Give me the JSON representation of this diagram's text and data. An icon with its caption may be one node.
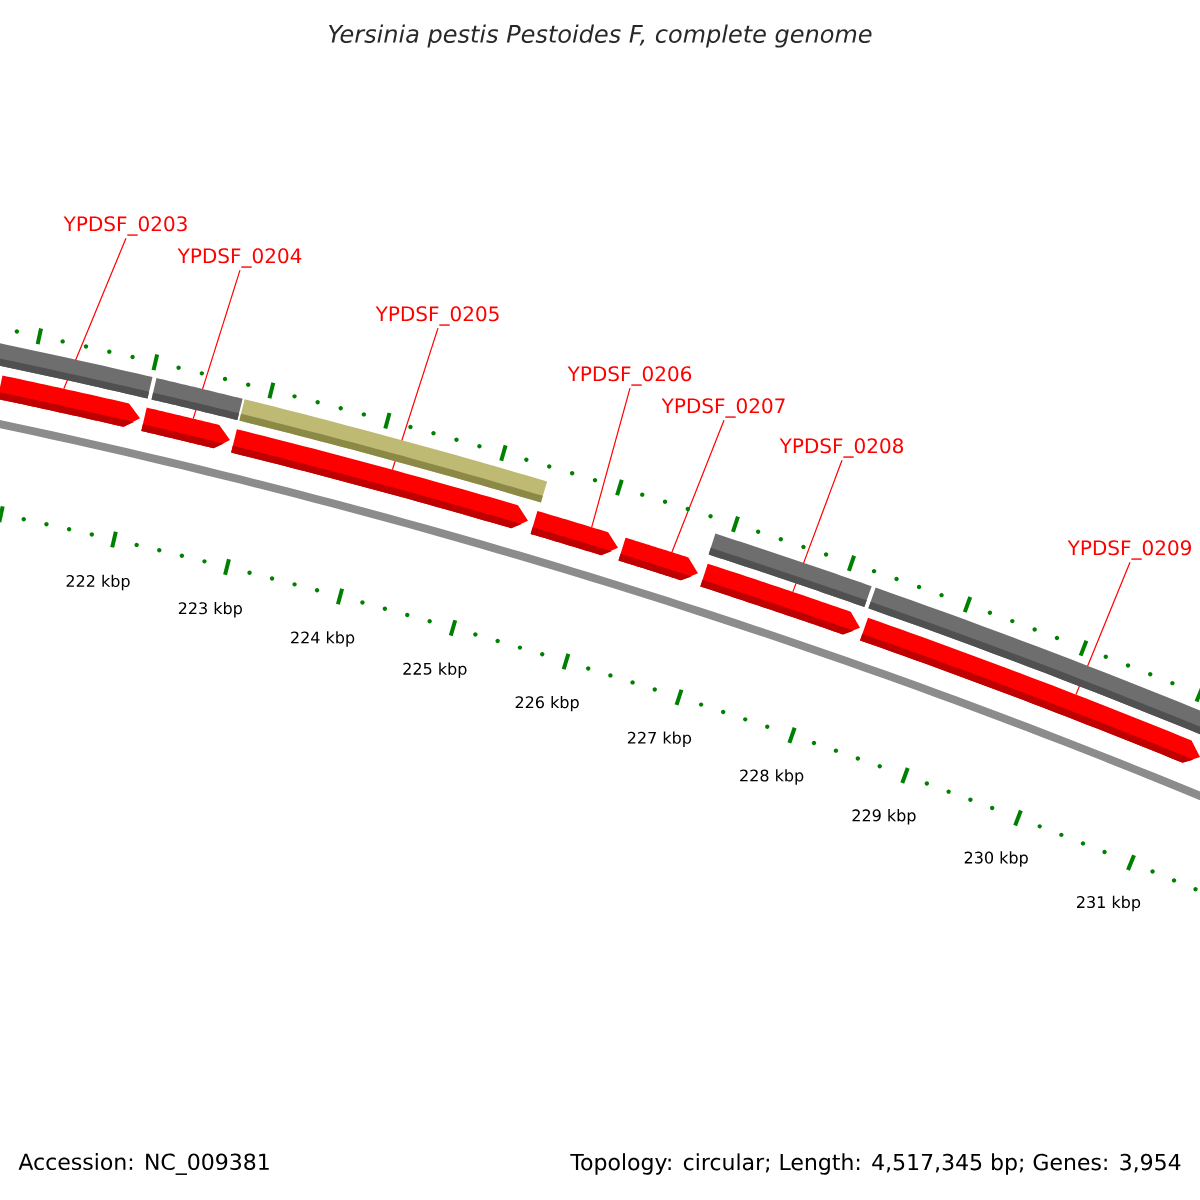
{
  "diagram": {
    "title": "Yersinia pestis Pestoides F, complete genome",
    "nodes": [
      {
        "text": [
          "YPDSF_0203"
        ]
      },
      {
        "text": [
          "YPDSF_0204"
        ]
      },
      {
        "text": [
          "YPDSF_0205"
        ]
      },
      {
        "text": [
          "YPDSF_0206"
        ]
      },
      {
        "text": [
          "YPDSF_0207"
        ]
      },
      {
        "text": [
          "YPDSF_0208"
        ]
      },
      {
        "text": [
          "YPDSF_0209"
        ]
      },
      {
        "text": [],
        "shape": "arrow"
      },
      {
        "text": [],
        "shape": "arrow"
      },
      {
        "text": [],
        "shape": "arrow"
      },
      {
        "text": [],
        "shape": "arrow"
      },
      {
        "text": [],
        "shape": "arrow"
      },
      {
        "text": [],
        "shape": "arrow"
      },
      {
        "text": [],
        "shape": "arrow"
      }
    ],
    "edges": [
      {
        "from": 0,
        "to": 7,
        "arrow": "none"
      },
      {
        "from": 1,
        "to": 8,
        "arrow": "none"
      },
      {
        "from": 2,
        "to": 9,
        "arrow": "none"
      },
      {
        "from": 3,
        "to": 10,
        "arrow": "none"
      },
      {
        "from": 4,
        "to": 11,
        "arrow": "none"
      },
      {
        "from": 5,
        "to": 12,
        "arrow": "none"
      },
      {
        "from": 6,
        "to": 13,
        "arrow": "none"
      }
    ],
    "labels": [
      "222 kbp",
      "223 kbp",
      "224 kbp",
      "225 kbp",
      "226 kbp",
      "227 kbp",
      "228 kbp",
      "229 kbp",
      "230 kbp",
      "231 kbp",
      "Accession: NC_009381",
      "Topology: circular; Length: 4,517,345 bp; Genes: 3,954"
    ]
  }
}
